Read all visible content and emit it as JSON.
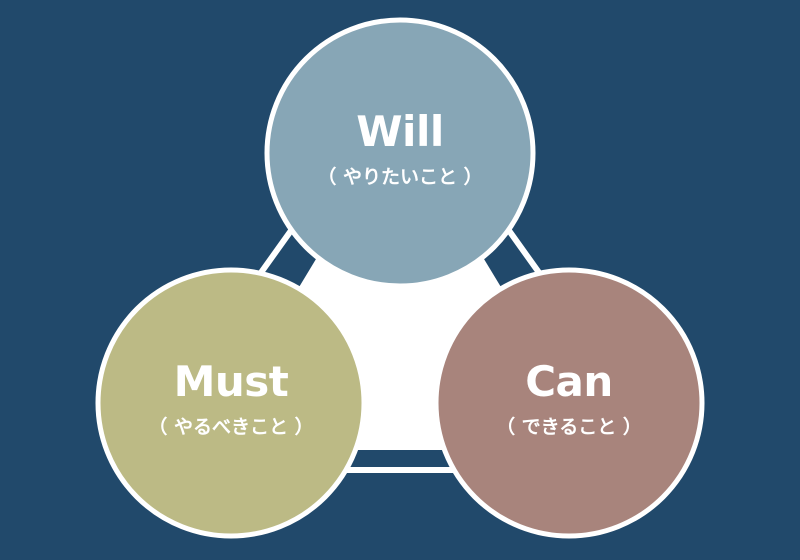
{
  "circles": {
    "will": {
      "title": "Will",
      "subtitle": "（ やりたいこと ）",
      "color": "#87a6b6"
    },
    "must": {
      "title": "Must",
      "subtitle": "（ やるべきこと ）",
      "color": "#bcba85"
    },
    "can": {
      "title": "Can",
      "subtitle": "（ できること ）",
      "color": "#a8847c"
    }
  },
  "colors": {
    "background": "#21496b",
    "triangle": "#ffffff",
    "circle_border": "#ffffff"
  }
}
